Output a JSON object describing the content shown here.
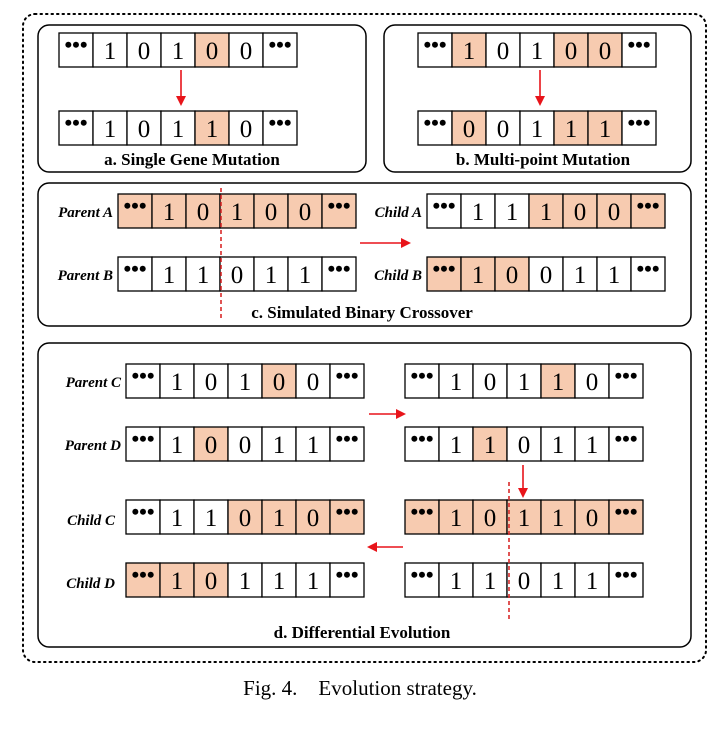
{
  "colors": {
    "highlight": "#f7cbb0",
    "arrow": "#e8141a",
    "divider": "#d92a2a",
    "border": "#000000"
  },
  "panels": {
    "a": {
      "caption": "a.  Single Gene Mutation",
      "arrays": [
        {
          "cells": [
            "1",
            "0",
            "1",
            "0",
            "0"
          ],
          "highlight": [
            false,
            false,
            false,
            true,
            false
          ],
          "dots_highlight": [
            false,
            false
          ]
        },
        {
          "cells": [
            "1",
            "0",
            "1",
            "1",
            "0"
          ],
          "highlight": [
            false,
            false,
            false,
            true,
            false
          ],
          "dots_highlight": [
            false,
            false
          ]
        }
      ]
    },
    "b": {
      "caption": "b.  Multi-point Mutation",
      "arrays": [
        {
          "cells": [
            "1",
            "0",
            "1",
            "0",
            "0"
          ],
          "highlight": [
            true,
            false,
            false,
            true,
            true
          ],
          "dots_highlight": [
            false,
            false
          ]
        },
        {
          "cells": [
            "0",
            "0",
            "1",
            "1",
            "1"
          ],
          "highlight": [
            true,
            false,
            false,
            true,
            true
          ],
          "dots_highlight": [
            false,
            false
          ]
        }
      ]
    },
    "c": {
      "caption": "c. Simulated Binary Crossover",
      "arrays": [
        {
          "label": "Parent A",
          "cells": [
            "1",
            "0",
            "1",
            "0",
            "0"
          ],
          "highlight": [
            true,
            true,
            true,
            true,
            true
          ],
          "dots_highlight": [
            true,
            true
          ]
        },
        {
          "label": "Parent B",
          "cells": [
            "1",
            "1",
            "0",
            "1",
            "1"
          ],
          "highlight": [
            false,
            false,
            false,
            false,
            false
          ],
          "dots_highlight": [
            false,
            false
          ]
        },
        {
          "label": "Child A",
          "cells": [
            "1",
            "1",
            "1",
            "0",
            "0"
          ],
          "highlight": [
            false,
            false,
            true,
            true,
            true
          ],
          "dots_highlight": [
            false,
            true
          ]
        },
        {
          "label": "Child B",
          "cells": [
            "1",
            "0",
            "0",
            "1",
            "1"
          ],
          "highlight": [
            true,
            true,
            false,
            false,
            false
          ],
          "dots_highlight": [
            true,
            false
          ]
        }
      ]
    },
    "d": {
      "caption": "d. Differential Evolution",
      "arrays": [
        {
          "label": "Parent C",
          "cells": [
            "1",
            "0",
            "1",
            "0",
            "0"
          ],
          "highlight": [
            false,
            false,
            false,
            true,
            false
          ],
          "dots_highlight": [
            false,
            false
          ]
        },
        {
          "label": "Parent D",
          "cells": [
            "1",
            "0",
            "0",
            "1",
            "1"
          ],
          "highlight": [
            false,
            true,
            false,
            false,
            false
          ],
          "dots_highlight": [
            false,
            false
          ]
        },
        {
          "label": "",
          "cells": [
            "1",
            "0",
            "1",
            "1",
            "0"
          ],
          "highlight": [
            false,
            false,
            false,
            true,
            false
          ],
          "dots_highlight": [
            false,
            false
          ]
        },
        {
          "label": "",
          "cells": [
            "1",
            "1",
            "0",
            "1",
            "1"
          ],
          "highlight": [
            false,
            true,
            false,
            false,
            false
          ],
          "dots_highlight": [
            false,
            false
          ]
        },
        {
          "label": "",
          "cells": [
            "1",
            "0",
            "1",
            "1",
            "0"
          ],
          "highlight": [
            true,
            true,
            true,
            true,
            true
          ],
          "dots_highlight": [
            true,
            true
          ]
        },
        {
          "label": "",
          "cells": [
            "1",
            "1",
            "0",
            "1",
            "1"
          ],
          "highlight": [
            false,
            false,
            false,
            false,
            false
          ],
          "dots_highlight": [
            false,
            false
          ]
        },
        {
          "label": "Child C",
          "cells": [
            "1",
            "1",
            "0",
            "1",
            "0"
          ],
          "highlight": [
            false,
            false,
            true,
            true,
            true
          ],
          "dots_highlight": [
            false,
            true
          ]
        },
        {
          "label": "Child D",
          "cells": [
            "1",
            "0",
            "1",
            "1",
            "1"
          ],
          "highlight": [
            true,
            true,
            false,
            false,
            false
          ],
          "dots_highlight": [
            true,
            false
          ]
        }
      ]
    }
  },
  "figure_caption": {
    "number": "Fig. 4.",
    "title": "Evolution strategy."
  }
}
